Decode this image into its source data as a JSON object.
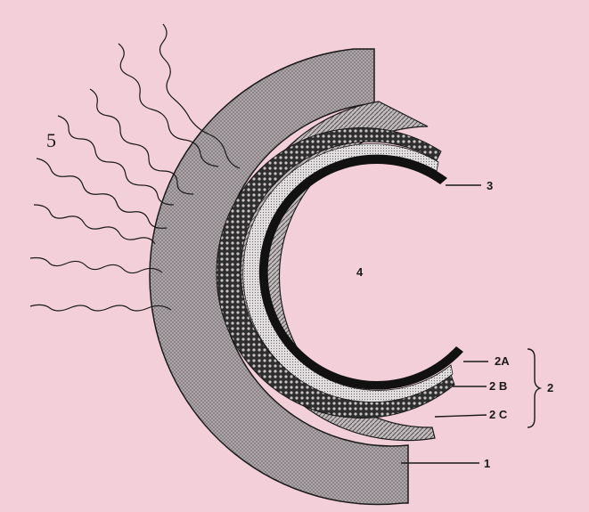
{
  "labels": {
    "five": "5",
    "three": "3",
    "four": "4",
    "two_a": "2A",
    "two_b": "2 B",
    "two_c": "2 C",
    "two": "2",
    "one": "1"
  },
  "colors": {
    "background": "#f3cfd9",
    "ink": "#1a1a1a",
    "outer_shell": "#a9a1a5",
    "hatched_layer": "#8d878a",
    "beaded_layer": "#3b3b3b",
    "light_layer": "#d9d5d7"
  }
}
